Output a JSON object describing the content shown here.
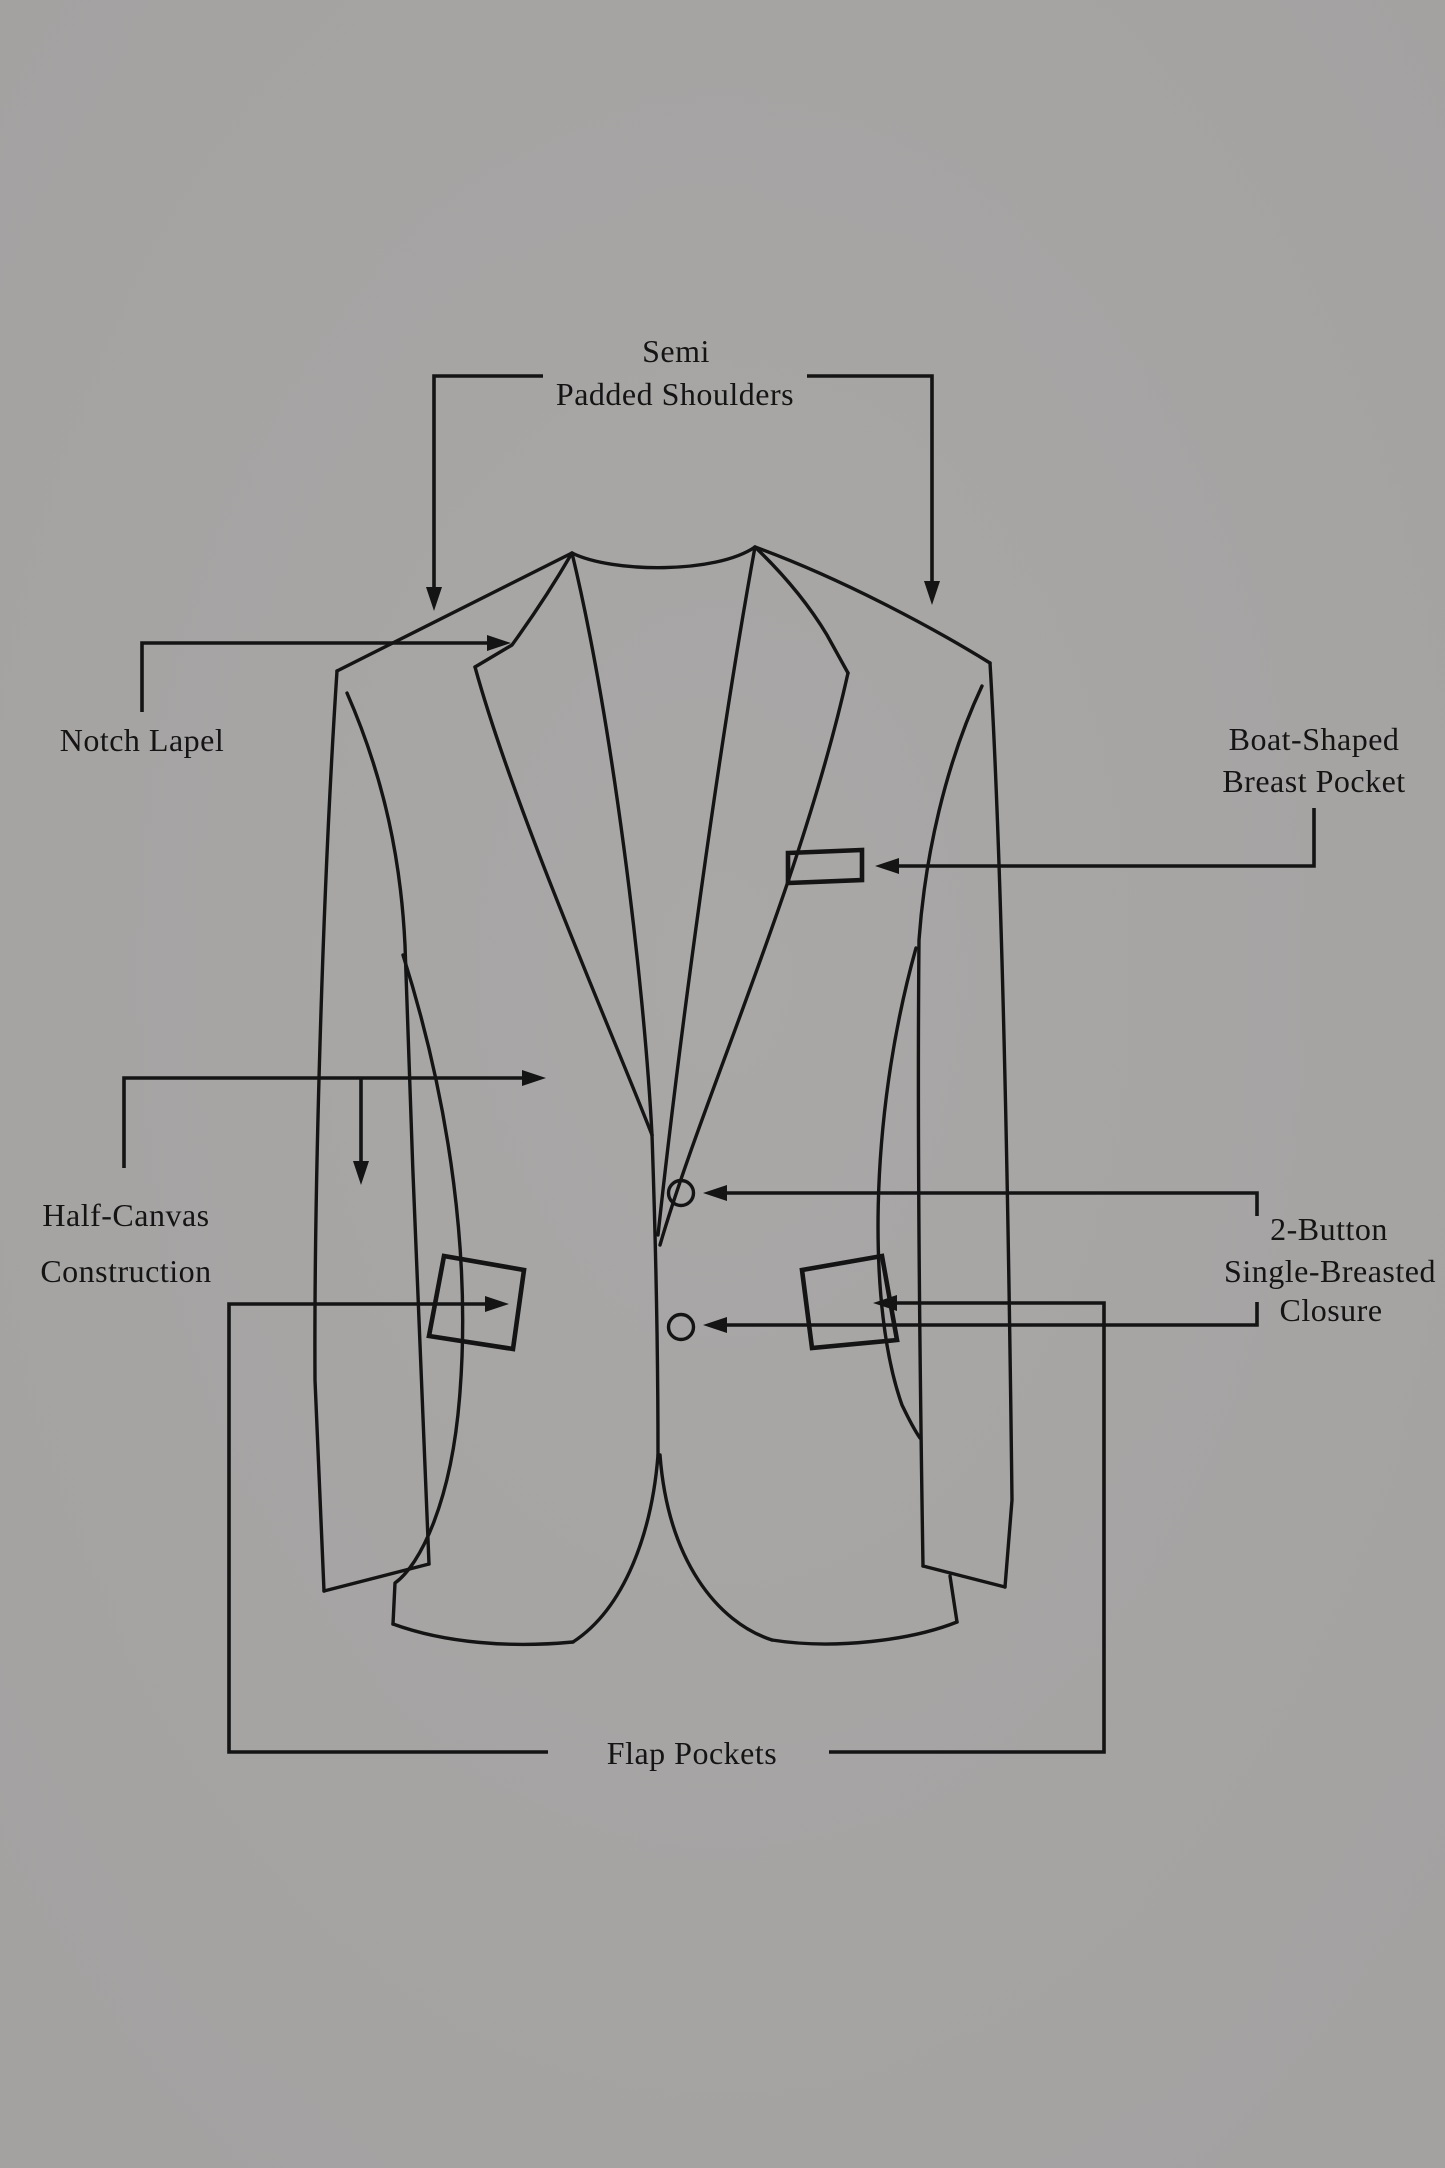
{
  "meta": {
    "subject": "Suit jacket feature diagram",
    "background_color": "#a8a6a5",
    "ink_color": "#141414"
  },
  "annotations": {
    "shoulders": {
      "line1": "Semi",
      "line2": "Padded Shoulders"
    },
    "notch_lapel": {
      "label": "Notch Lapel"
    },
    "breast_pocket": {
      "line1": "Boat-Shaped",
      "line2": "Breast Pocket"
    },
    "half_canvas": {
      "line1": "Half-Canvas",
      "line2": "Construction"
    },
    "closure": {
      "line1": "2-Button",
      "line2": "Single-Breasted",
      "line3": "Closure"
    },
    "flap_pockets": {
      "label": "Flap Pockets"
    }
  }
}
